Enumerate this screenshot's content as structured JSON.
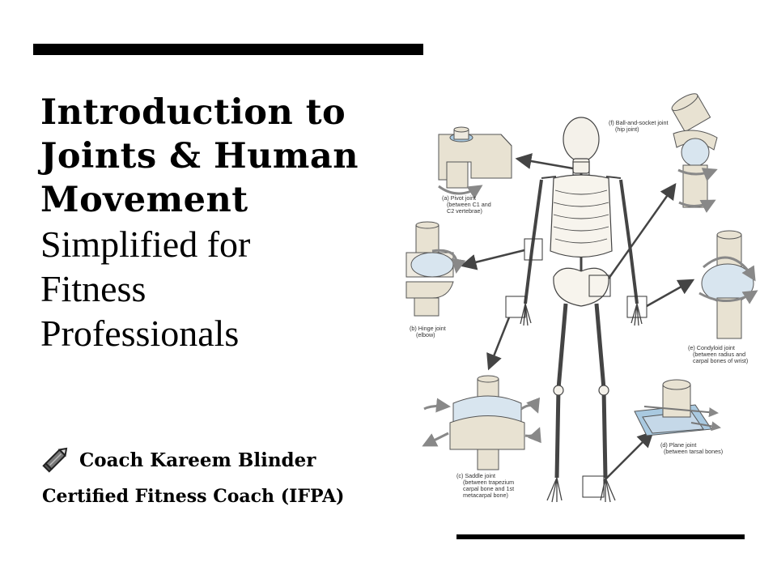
{
  "slide": {
    "title_bold": [
      "Introduction to",
      "Joints & Human",
      "Movement"
    ],
    "title_light": [
      "Simplified for",
      "Fitness",
      "Professionals"
    ],
    "author_icon": "pencil-icon",
    "author_name": "Coach Kareem Blinder",
    "certification": "Certified Fitness Coach (IFPA)"
  },
  "figure": {
    "labels": {
      "pivot": [
        "(a) Pivot joint",
        "(between C1 and",
        "C2 vertebrae)"
      ],
      "ball": [
        "(f) Ball-and-socket joint",
        "(hip joint)"
      ],
      "hinge": [
        "(b) Hinge joint",
        "(elbow)"
      ],
      "condyloid": [
        "(e) Condyloid joint",
        "(between radius and",
        "carpal bones of wrist)"
      ],
      "saddle": [
        "(c) Saddle joint",
        "(between trapezium",
        "carpal bone and 1st",
        "metacarpal bone)"
      ],
      "plane": [
        "(d) Plane joint",
        "(between tarsal bones)"
      ]
    }
  },
  "colors": {
    "text": "#000000",
    "bone": "#e8e2d2",
    "outline": "#444444",
    "arrow": "#444444",
    "blue_accent": "#a9c9e0"
  }
}
